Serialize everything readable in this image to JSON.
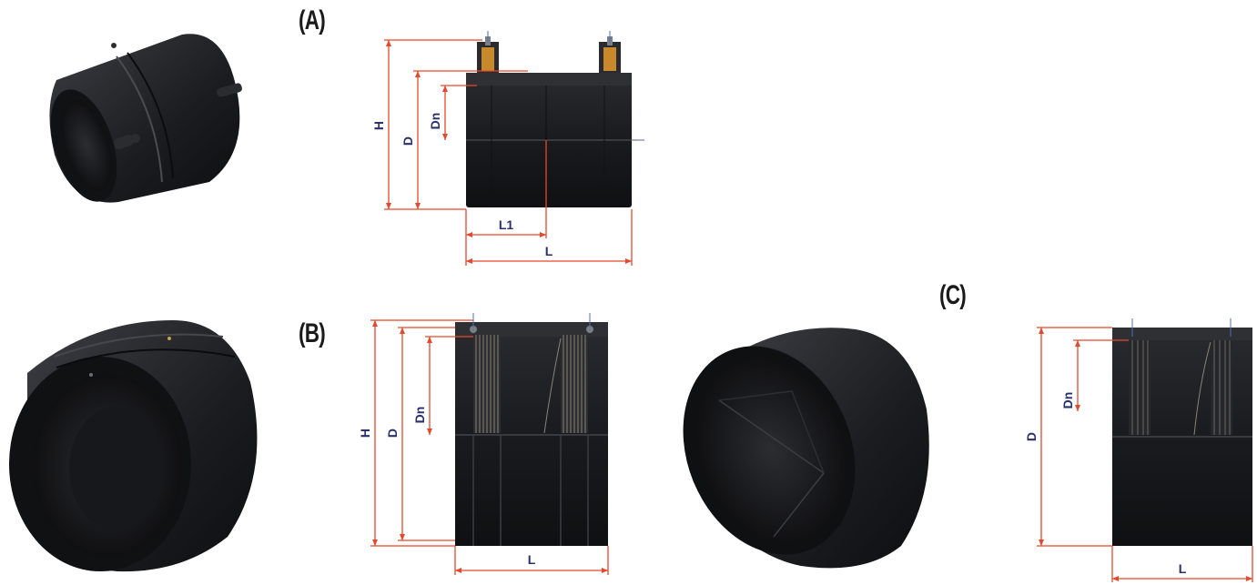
{
  "panels": {
    "a": {
      "label": "(A)"
    },
    "b": {
      "label": "(B)"
    },
    "c": {
      "label": "(C)"
    }
  },
  "dimensions": {
    "a": {
      "h": "H",
      "d": "D",
      "dn": "Dn",
      "l1": "L1",
      "l": "L"
    },
    "b": {
      "h": "H",
      "d": "D",
      "dn": "Dn",
      "l": "L"
    },
    "c": {
      "d": "D",
      "dn": "Dn",
      "l": "L"
    }
  },
  "colors": {
    "dimension_line": "#e8472b",
    "dimension_text": "#2a2f6e",
    "body": "#1c1d20",
    "body_light": "#3a3c40",
    "terminal": "#c8892a"
  }
}
